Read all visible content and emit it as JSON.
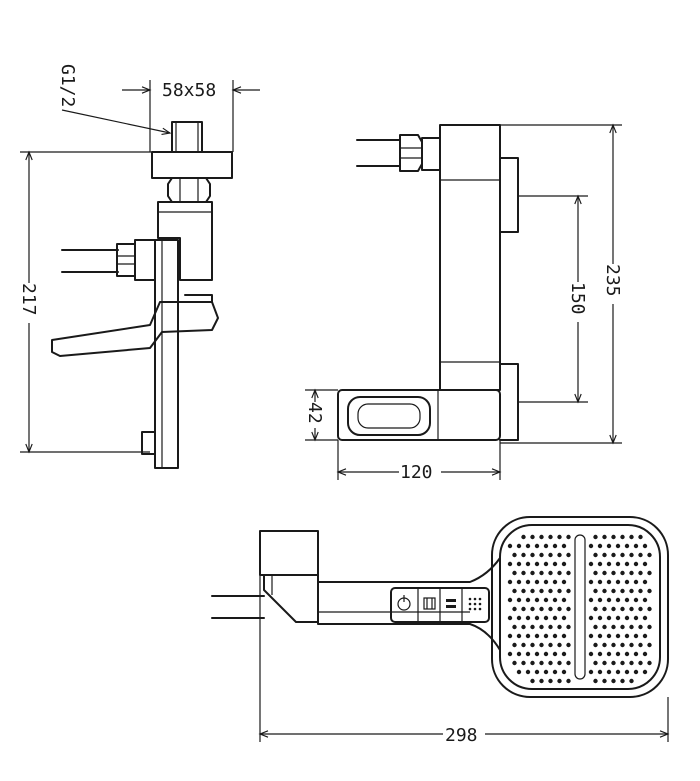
{
  "drawing": {
    "dimensions": {
      "thread": "G1/2",
      "flange": "58x58",
      "left_height": "217",
      "right_height": "235",
      "bar_spacing": "150",
      "base_height": "42",
      "base_width": "120",
      "total_length": "298"
    },
    "colors": {
      "line": "#1a1a1a",
      "background": "#ffffff"
    }
  }
}
